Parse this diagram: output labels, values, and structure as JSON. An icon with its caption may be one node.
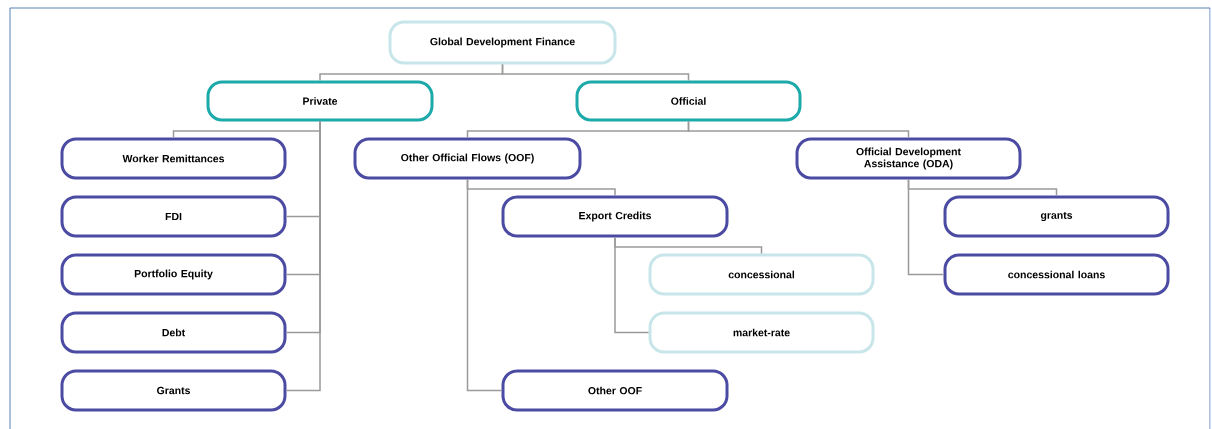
{
  "diagram": {
    "nodes": [
      {
        "text": [
          "Global Development Finance"
        ]
      },
      {
        "text": [
          "Private"
        ]
      },
      {
        "text": [
          "Official"
        ]
      },
      {
        "text": [
          "Worker Remittances"
        ]
      },
      {
        "text": [
          "FDI"
        ]
      },
      {
        "text": [
          "Portfolio Equity"
        ]
      },
      {
        "text": [
          "Debt"
        ]
      },
      {
        "text": [
          "Grants"
        ]
      },
      {
        "text": [
          "Other Official Flows (OOF)"
        ]
      },
      {
        "text": [
          "Official Development Assistance (ODA)"
        ]
      },
      {
        "text": [
          "Export Credits"
        ]
      },
      {
        "text": [
          "concessional"
        ]
      },
      {
        "text": [
          "market-rate"
        ]
      },
      {
        "text": [
          "Other OOF"
        ]
      },
      {
        "text": [
          "grants"
        ]
      },
      {
        "text": [
          "concessional loans"
        ]
      }
    ],
    "edges": [
      {
        "from": 0,
        "to": 1,
        "arrow": "none"
      },
      {
        "from": 0,
        "to": 2,
        "arrow": "none"
      },
      {
        "from": 1,
        "to": 3,
        "arrow": "none"
      },
      {
        "from": 1,
        "to": 4,
        "arrow": "none"
      },
      {
        "from": 1,
        "to": 5,
        "arrow": "none"
      },
      {
        "from": 1,
        "to": 6,
        "arrow": "none"
      },
      {
        "from": 1,
        "to": 7,
        "arrow": "none"
      },
      {
        "from": 2,
        "to": 8,
        "arrow": "none"
      },
      {
        "from": 2,
        "to": 9,
        "arrow": "none"
      },
      {
        "from": 8,
        "to": 10,
        "arrow": "none"
      },
      {
        "from": 8,
        "to": 13,
        "arrow": "none"
      },
      {
        "from": 10,
        "to": 11,
        "arrow": "none"
      },
      {
        "from": 10,
        "to": 12,
        "arrow": "none"
      },
      {
        "from": 9,
        "to": 14,
        "arrow": "none"
      },
      {
        "from": 9,
        "to": 15,
        "arrow": "none"
      }
    ]
  }
}
